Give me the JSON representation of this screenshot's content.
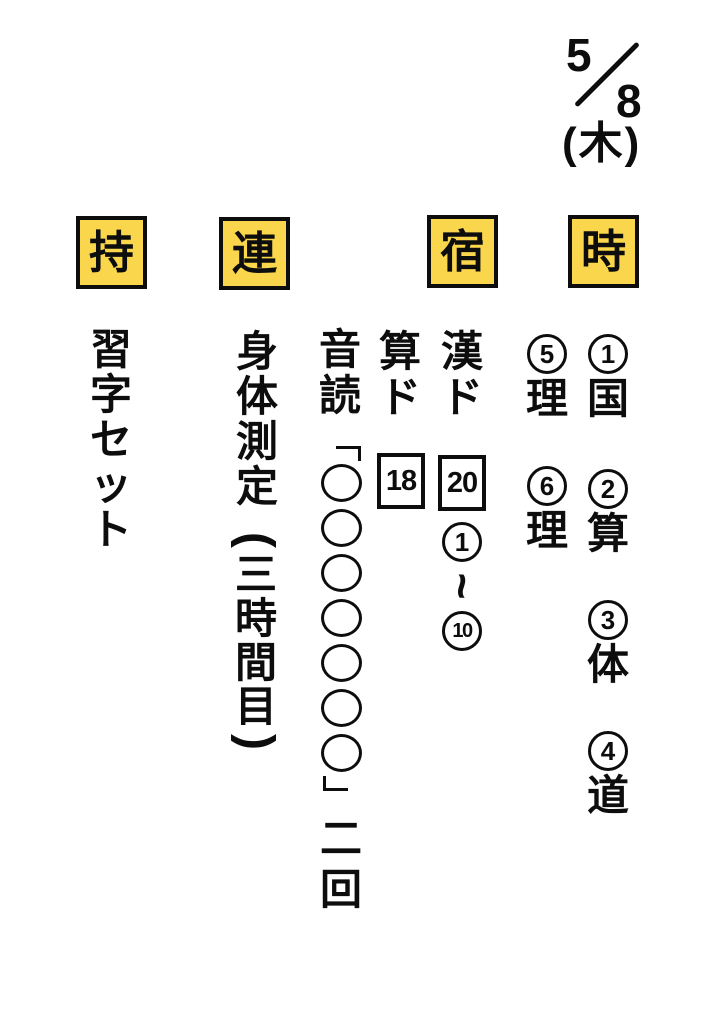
{
  "colors": {
    "accent": "#fad64d",
    "ink": "#0d0d0d",
    "background": "#ffffff"
  },
  "date": {
    "month": "5",
    "day": "8",
    "weekday": "(木)"
  },
  "sections": {
    "timetable": {
      "tag": "時",
      "periods": [
        {
          "num": "1",
          "subject": "国"
        },
        {
          "num": "2",
          "subject": "算"
        },
        {
          "num": "3",
          "subject": "体"
        },
        {
          "num": "4",
          "subject": "道"
        },
        {
          "num": "5",
          "subject": "理"
        },
        {
          "num": "6",
          "subject": "理"
        }
      ]
    },
    "homework": {
      "tag": "宿",
      "kanji_drill": {
        "label": "漢ド",
        "page": "20",
        "range_start": "1",
        "range_separator": "~",
        "range_end": "10"
      },
      "math_drill": {
        "label": "算ド",
        "page": "18"
      },
      "reading": {
        "label": "音読",
        "quote_open": "「",
        "masked_title": "○○○○○○○",
        "quote_close": "」",
        "times": "二回"
      }
    },
    "notice": {
      "tag": "連",
      "text": "身体測定",
      "paren_open": "(",
      "note": "三時間目",
      "paren_close": ")"
    },
    "bring": {
      "tag": "持",
      "text": "習字セット"
    }
  }
}
